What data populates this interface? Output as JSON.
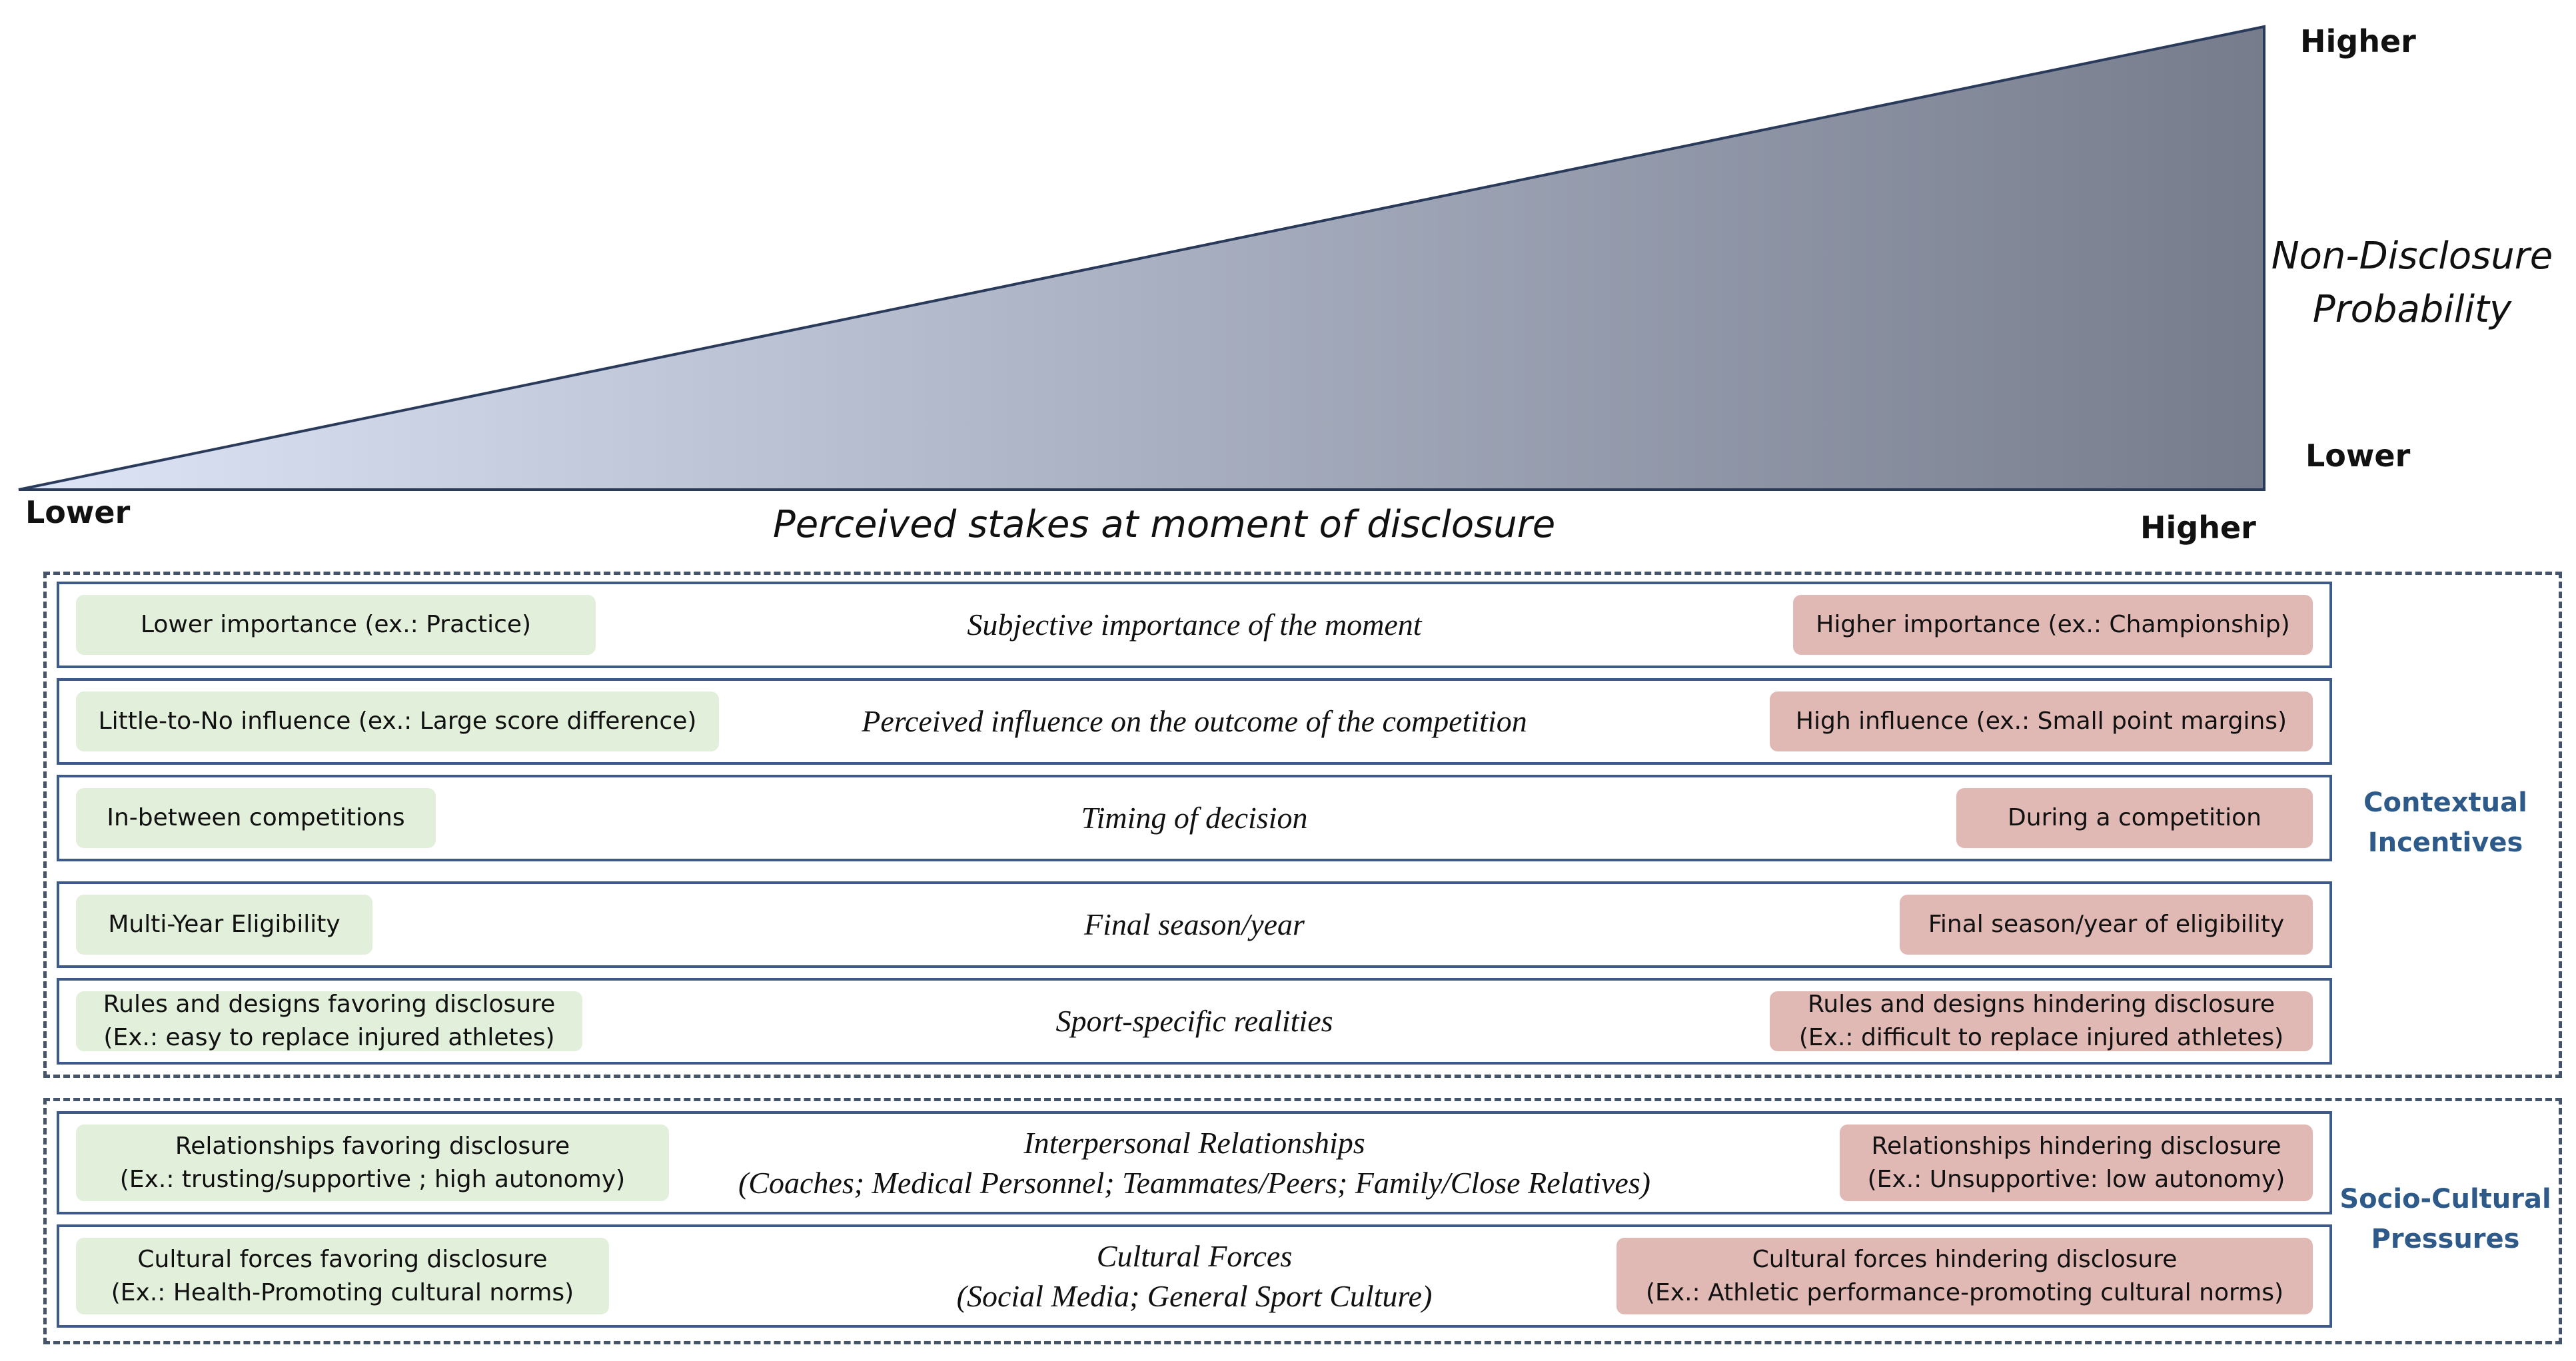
{
  "axes": {
    "x_low": "Lower",
    "x_high": "Higher",
    "x_title": "Perceived stakes at moment of disclosure",
    "y_high": "Higher",
    "y_low": "Lower",
    "y_title_line1": "Non-Disclosure",
    "y_title_line2": "Probability"
  },
  "colors": {
    "wedge_light": "#dde5f7",
    "wedge_dark": "#767c8c",
    "row_border": "#3d5a8a",
    "group_border": "#44546a",
    "favoring_fill": "#e2efda",
    "hindering_fill": "#e0b8b4",
    "group_label": "#2e5a8a"
  },
  "groups": [
    {
      "label_line1": "Contextual",
      "label_line2": "Incentives",
      "rows": [
        {
          "left": [
            "Lower importance (ex.: Practice)"
          ],
          "center": [
            "Subjective importance of the moment"
          ],
          "right": [
            "Higher importance (ex.: Championship)"
          ]
        },
        {
          "left": [
            "Little-to-No influence (ex.: Large score difference)"
          ],
          "center": [
            "Perceived influence on the outcome of the competition"
          ],
          "right": [
            "High influence (ex.: Small point margins)"
          ]
        },
        {
          "left": [
            "In-between competitions"
          ],
          "center": [
            "Timing of decision"
          ],
          "right": [
            "During a competition"
          ]
        },
        {
          "left": [
            "Multi-Year Eligibility"
          ],
          "center": [
            "Final season/year"
          ],
          "right": [
            "Final season/year of eligibility"
          ]
        },
        {
          "left": [
            "Rules and designs favoring disclosure",
            "(Ex.: easy to replace injured athletes)"
          ],
          "center": [
            "Sport-specific realities"
          ],
          "right": [
            "Rules and designs hindering disclosure",
            "(Ex.: difficult to replace injured athletes)"
          ]
        }
      ]
    },
    {
      "label_line1": "Socio-Cultural",
      "label_line2": "Pressures",
      "rows": [
        {
          "left": [
            "Relationships favoring disclosure",
            "(Ex.: trusting/supportive ; high autonomy)"
          ],
          "center": [
            "Interpersonal Relationships",
            "(Coaches; Medical Personnel; Teammates/Peers; Family/Close Relatives)"
          ],
          "right": [
            "Relationships hindering disclosure",
            "(Ex.: Unsupportive: low autonomy)"
          ]
        },
        {
          "left": [
            "Cultural forces favoring disclosure",
            "(Ex.: Health-Promoting cultural norms)"
          ],
          "center": [
            "Cultural Forces",
            "(Social Media; General Sport Culture)"
          ],
          "right": [
            "Cultural forces hindering disclosure",
            "(Ex.: Athletic performance-promoting cultural norms)"
          ]
        }
      ]
    }
  ]
}
